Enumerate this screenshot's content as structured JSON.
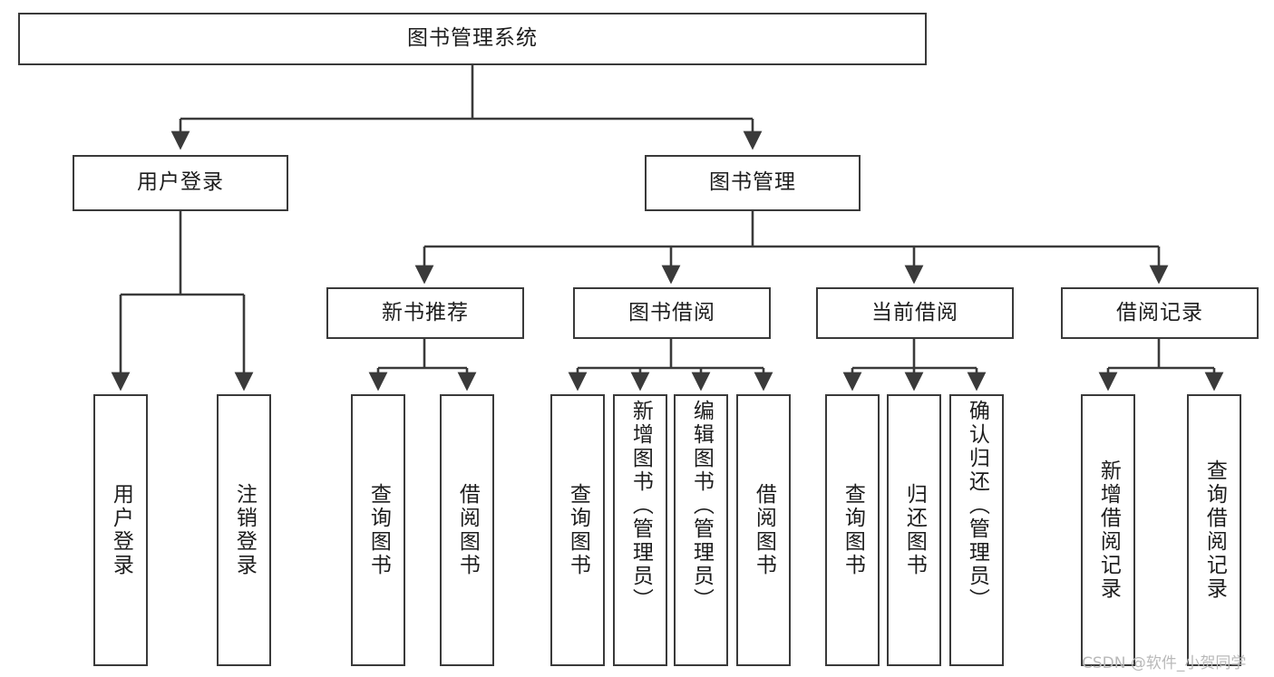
{
  "diagram": {
    "title": "图书管理系统",
    "type": "tree-hierarchy",
    "watermark": "CSDN @软件_小贺同学",
    "colors": {
      "stroke": "#3a3a3a",
      "fill": "#ffffff",
      "text": "#1d1d1d",
      "watermark": "#b9b9b9"
    },
    "nodes": {
      "root": {
        "label": "图书管理系统"
      },
      "level2": [
        {
          "id": "user-login",
          "label": "用户登录"
        },
        {
          "id": "book-manage",
          "label": "图书管理"
        }
      ],
      "level3": [
        {
          "id": "new-book-rec",
          "label": "新书推荐"
        },
        {
          "id": "book-borrow",
          "label": "图书借阅"
        },
        {
          "id": "current-borrow",
          "label": "当前借阅"
        },
        {
          "id": "borrow-record",
          "label": "借阅记录"
        }
      ],
      "leaves": {
        "user_login": [
          {
            "id": "leaf-user-login",
            "label": "用户登录"
          },
          {
            "id": "leaf-logout",
            "label": "注销登录"
          }
        ],
        "new_book_rec": [
          {
            "id": "leaf-query-book-1",
            "label": "查询图书"
          },
          {
            "id": "leaf-borrow-book-1",
            "label": "借阅图书"
          }
        ],
        "book_borrow": [
          {
            "id": "leaf-query-book-2",
            "label": "查询图书"
          },
          {
            "id": "leaf-add-book",
            "label": "新增图书（管理员）"
          },
          {
            "id": "leaf-edit-book",
            "label": "编辑图书（管理员）"
          },
          {
            "id": "leaf-borrow-book-2",
            "label": "借阅图书"
          }
        ],
        "current_borrow": [
          {
            "id": "leaf-query-book-3",
            "label": "查询图书"
          },
          {
            "id": "leaf-return-book",
            "label": "归还图书"
          },
          {
            "id": "leaf-confirm-return",
            "label": "确认归还（管理员）"
          }
        ],
        "borrow_record": [
          {
            "id": "leaf-add-record",
            "label": "新增借阅记录"
          },
          {
            "id": "leaf-query-record",
            "label": "查询借阅记录"
          }
        ]
      }
    }
  }
}
